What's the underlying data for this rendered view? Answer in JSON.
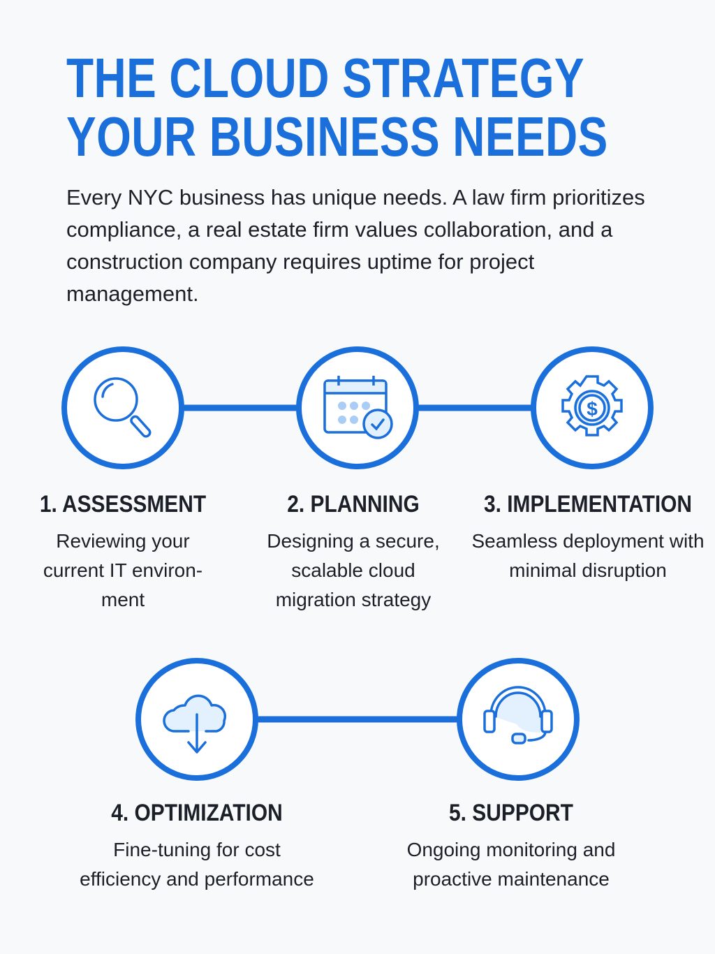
{
  "headline": {
    "line1": "THE CLOUD STRATEGY",
    "line2": "YOUR BUSINESS NEEDS"
  },
  "intro": "Every NYC business has unique needs. A law firm prioritizes compliance, a real estate firm values collaboration, and a construction company requires uptime for project management.",
  "colors": {
    "accent": "#1a6fdb",
    "icon_fill": "#e3f0fd",
    "icon_dots": "#a9cdf5",
    "background": "#f8f9fb",
    "text": "#1b1f27"
  },
  "steps": [
    {
      "title": "1. ASSESSMENT",
      "desc": "Reviewing your current IT environ-ment",
      "icon": "magnifying-glass-icon"
    },
    {
      "title": "2. PLANNING",
      "desc": "Designing a secure, scalable cloud migration strategy",
      "icon": "calendar-check-icon"
    },
    {
      "title": "3. IMPLEMENTATION",
      "desc": "Seamless deployment with minimal disruption",
      "icon": "gear-dollar-icon"
    },
    {
      "title": "4. OPTIMIZATION",
      "desc": "Fine-tuning for cost efficiency and performance",
      "icon": "cloud-download-icon"
    },
    {
      "title": "5. SUPPORT",
      "desc": "Ongoing monitoring and proactive maintenance",
      "icon": "headset-icon"
    }
  ]
}
